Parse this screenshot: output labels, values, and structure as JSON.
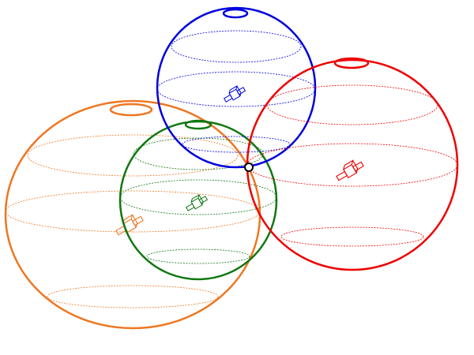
{
  "diagram": {
    "type": "satellite-range-spheres",
    "spheres": [
      {
        "id": "orange",
        "color": "#ee7722",
        "icon": "satellite-icon"
      },
      {
        "id": "green",
        "color": "#117711",
        "icon": "satellite-icon"
      },
      {
        "id": "blue",
        "color": "#0000dd",
        "icon": "satellite-icon"
      },
      {
        "id": "red",
        "color": "#ee0000",
        "icon": "satellite-icon"
      }
    ],
    "intersection_marker": {
      "icon": "position-point-icon",
      "fill": "#ffffff",
      "stroke": "#000000"
    }
  }
}
